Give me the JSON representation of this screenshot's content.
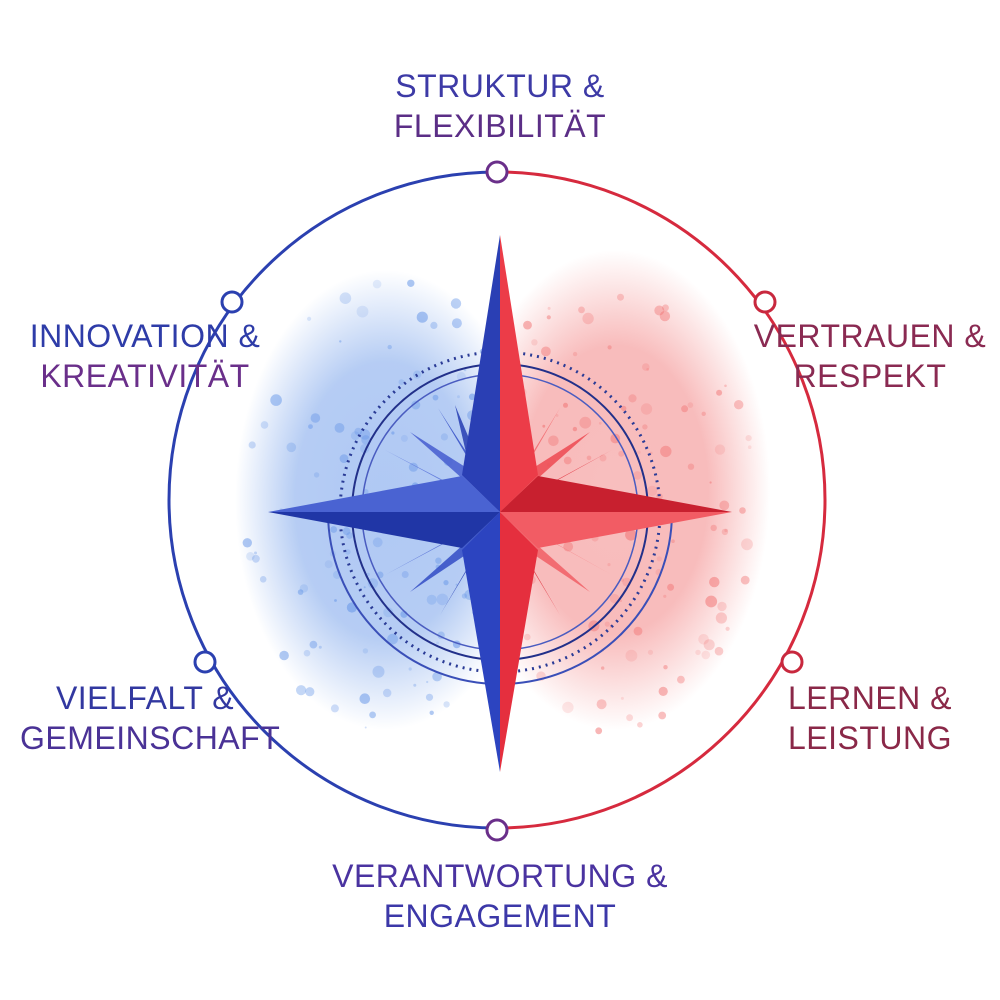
{
  "labels": {
    "top": {
      "line1": "STRUKTUR &",
      "line2": "FLEXIBILITÄT"
    },
    "upper_left": {
      "line1": "INNOVATION &",
      "line2": "KREATIVITÄT"
    },
    "upper_right": {
      "line1": "VERTRAUEN &",
      "line2": "RESPEKT"
    },
    "lower_left": {
      "line1": "VIELFALT &",
      "line2": "GEMEINSCHAFT"
    },
    "lower_right": {
      "line1": "LERNEN &",
      "line2": "LEISTUNG"
    },
    "bottom": {
      "line1": "VERANTWORTUNG &",
      "line2": "ENGAGEMENT"
    }
  },
  "colors": {
    "blue": "#2741c4",
    "red": "#e8323f",
    "purple": "#6a2f8a",
    "blue_splash": "#5c8fe6",
    "red_splash": "#f06a6a"
  },
  "icons": {
    "center": "compass-rose-icon"
  }
}
